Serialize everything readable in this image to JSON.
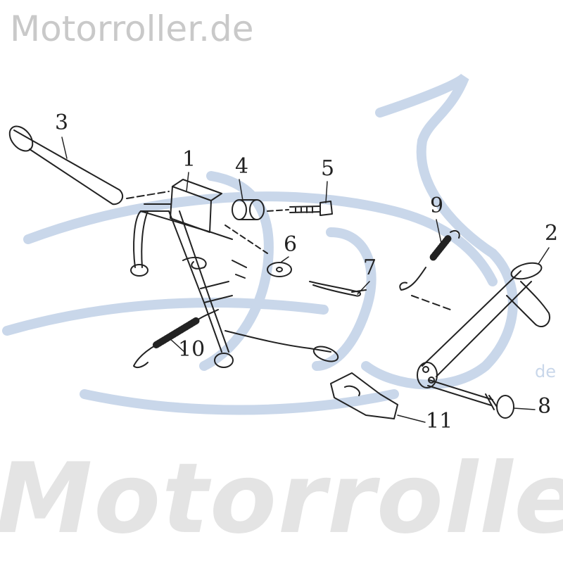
{
  "watermark_top": "Motorroller.de",
  "watermark_bottom": "Motorroller",
  "watermark_de": "de",
  "colors": {
    "line": "#222222",
    "logo": "#c9d7ea",
    "watermark": "#e4e4e4"
  },
  "part_numbers": [
    "1",
    "2",
    "3",
    "4",
    "5",
    "6",
    "7",
    "8",
    "9",
    "10",
    "11"
  ]
}
